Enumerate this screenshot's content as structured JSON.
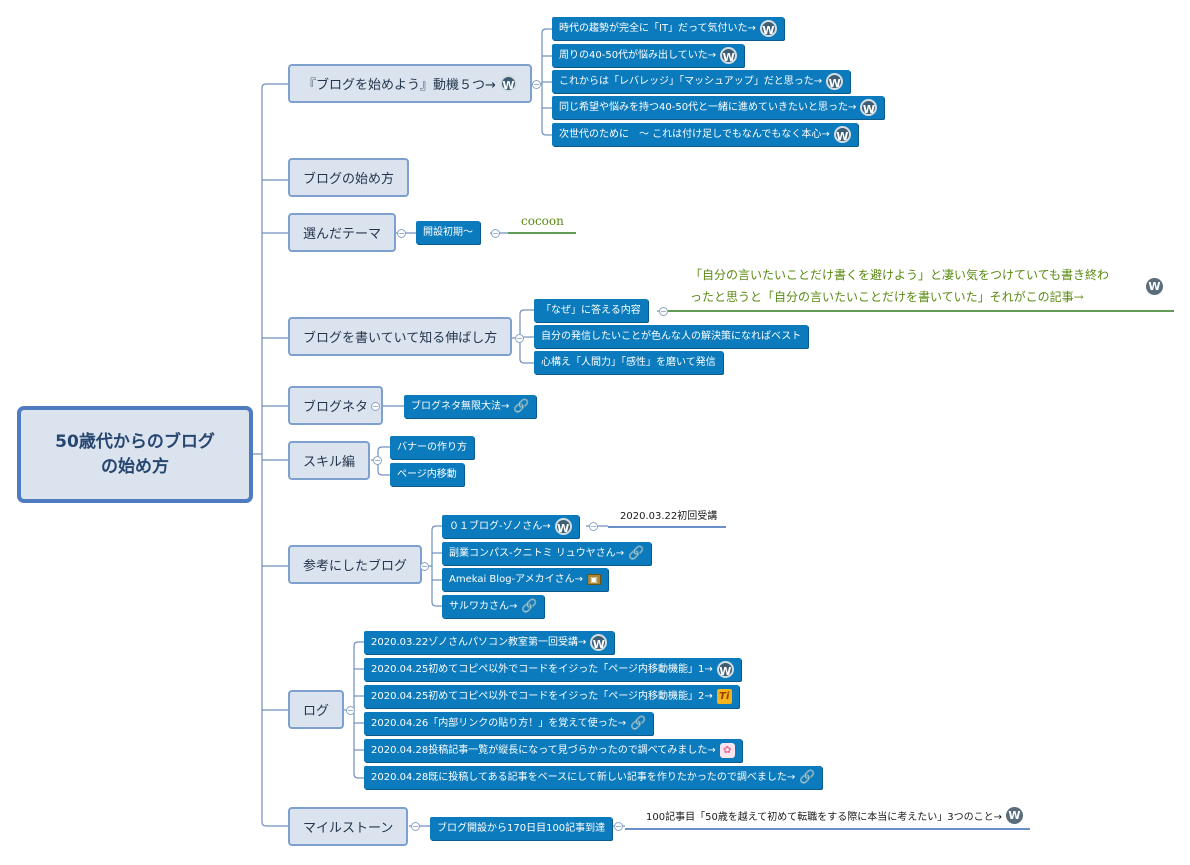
{
  "root": {
    "line1": "50歳代からのブログ",
    "line2": "の始め方"
  },
  "branches": {
    "motive": {
      "label": "『ブログを始めよう』動機５つ→",
      "icon": "wordpress-icon",
      "items": [
        {
          "label": "時代の趨勢が完全に「IT」だって気付いた→",
          "icon": "wordpress-icon"
        },
        {
          "label": "周りの40-50代が悩み出していた→",
          "icon": "wordpress-icon"
        },
        {
          "label": "これからは「レバレッジ」「マッシュアップ」だと思った→",
          "icon": "wordpress-icon"
        },
        {
          "label": "同じ希望や悩みを持つ40-50代と一緒に進めていきたいと思った→",
          "icon": "wordpress-icon"
        },
        {
          "label": "次世代のために　〜 これは付け足しでもなんでもなく本心→",
          "icon": "wordpress-icon"
        }
      ]
    },
    "howto": {
      "label": "ブログの始め方"
    },
    "theme": {
      "label": "選んだテーマ",
      "sub": "開設初期〜",
      "note": "cocoon"
    },
    "growth": {
      "label": "ブログを書いていて知る伸ばし方",
      "items": [
        {
          "label": "「なぜ」に答える内容"
        },
        {
          "label": "自分の発信したいことが色んな人の解決策になればベスト"
        },
        {
          "label": "心構え「人間力」「感性」を磨いて発信"
        }
      ],
      "note_line1": "「自分の言いたいことだけ書くを避けよう」と凄い気をつけていても書き終わ",
      "note_line2": "ったと思うと「自分の言いたいことだけを書いていた」それがこの記事→",
      "note_icon": "wordpress-icon"
    },
    "neta": {
      "label": "ブログネタ",
      "sub": "ブログネタ無限大法→",
      "icon": "link-icon"
    },
    "skill": {
      "label": "スキル編",
      "items": [
        {
          "label": "バナーの作り方"
        },
        {
          "label": "ページ内移動"
        }
      ]
    },
    "refs": {
      "label": "参考にしたブログ",
      "items": [
        {
          "label": "０１ブログ-ゾノさん→",
          "icon": "wordpress-icon",
          "note": "2020.03.22初回受講"
        },
        {
          "label": "副業コンパス-クニトミ リュウヤさん→",
          "icon": "link-icon"
        },
        {
          "label": "Amekai Blog-アメカイさん→",
          "icon": "image-icon"
        },
        {
          "label": "サルワカさん→",
          "icon": "link-icon"
        }
      ]
    },
    "log": {
      "label": "ログ",
      "items": [
        {
          "label": "2020.03.22ゾノさんパソコン教室第一回受講→",
          "icon": "wordpress-icon"
        },
        {
          "label": "2020.04.25初めてコピペ以外でコードをイジった「ページ内移動機能」1→",
          "icon": "wordpress-icon"
        },
        {
          "label": "2020.04.25初めてコピペ以外でコードをイジった「ページ内移動機能」2→",
          "icon": "ti-icon"
        },
        {
          "label": "2020.04.26「内部リンクの貼り方！」を覚えて使った→",
          "icon": "link-icon"
        },
        {
          "label": "2020.04.28投稿記事一覧が縦長になって見づらかったので調べてみました→",
          "icon": "pink-icon"
        },
        {
          "label": "2020.04.28既に投稿してある記事をベースにして新しい記事を作りたかったので調べました→",
          "icon": "link-icon"
        }
      ]
    },
    "milestone": {
      "label": "マイルストーン",
      "sub": "ブログ開設から170日目100記事到達",
      "note": "100記事目「50歳を越えて初めて転職をする際に本当に考えたい」3つのこと→",
      "note_icon": "wordpress-icon"
    }
  }
}
